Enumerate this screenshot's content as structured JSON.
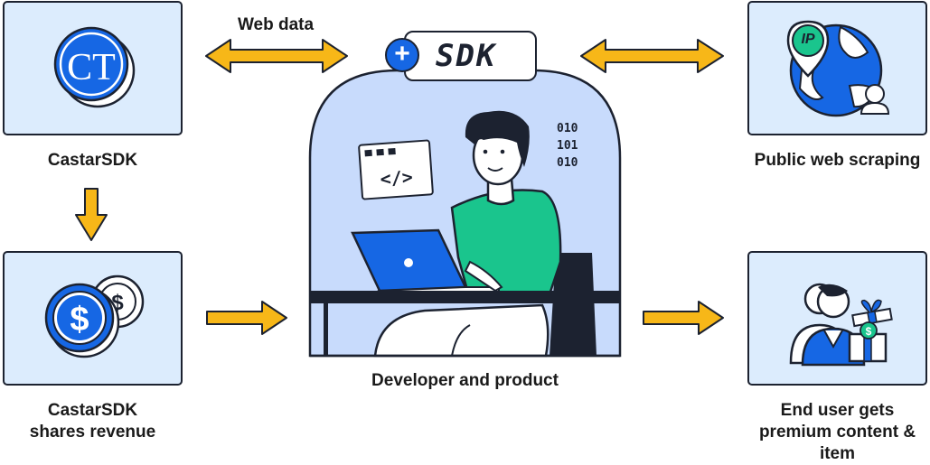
{
  "nodes": {
    "castar": {
      "label": "CastarSDK"
    },
    "shares": {
      "label_line1": "CastarSDK",
      "label_line2": "shares revenue"
    },
    "developer": {
      "label": "Developer and product",
      "badge": "SDK",
      "code_lines": [
        "010",
        "101",
        "010"
      ]
    },
    "scraping": {
      "label": "Public web scraping",
      "ip_badge": "IP"
    },
    "enduser": {
      "label_line1": "End user gets",
      "label_line2": "premium content &",
      "label_line3": "item"
    }
  },
  "edges": {
    "web_data": {
      "label": "Web data"
    }
  },
  "icons": [
    "castar-logo-icon",
    "coin-icon",
    "globe-ip-icon",
    "users-gift-icon",
    "developer-illustration"
  ],
  "colors": {
    "accent_blue": "#1667e4",
    "box_fill": "#dcecfd",
    "arrow_yellow": "#f7b718",
    "shirt_green": "#1ac58d"
  }
}
